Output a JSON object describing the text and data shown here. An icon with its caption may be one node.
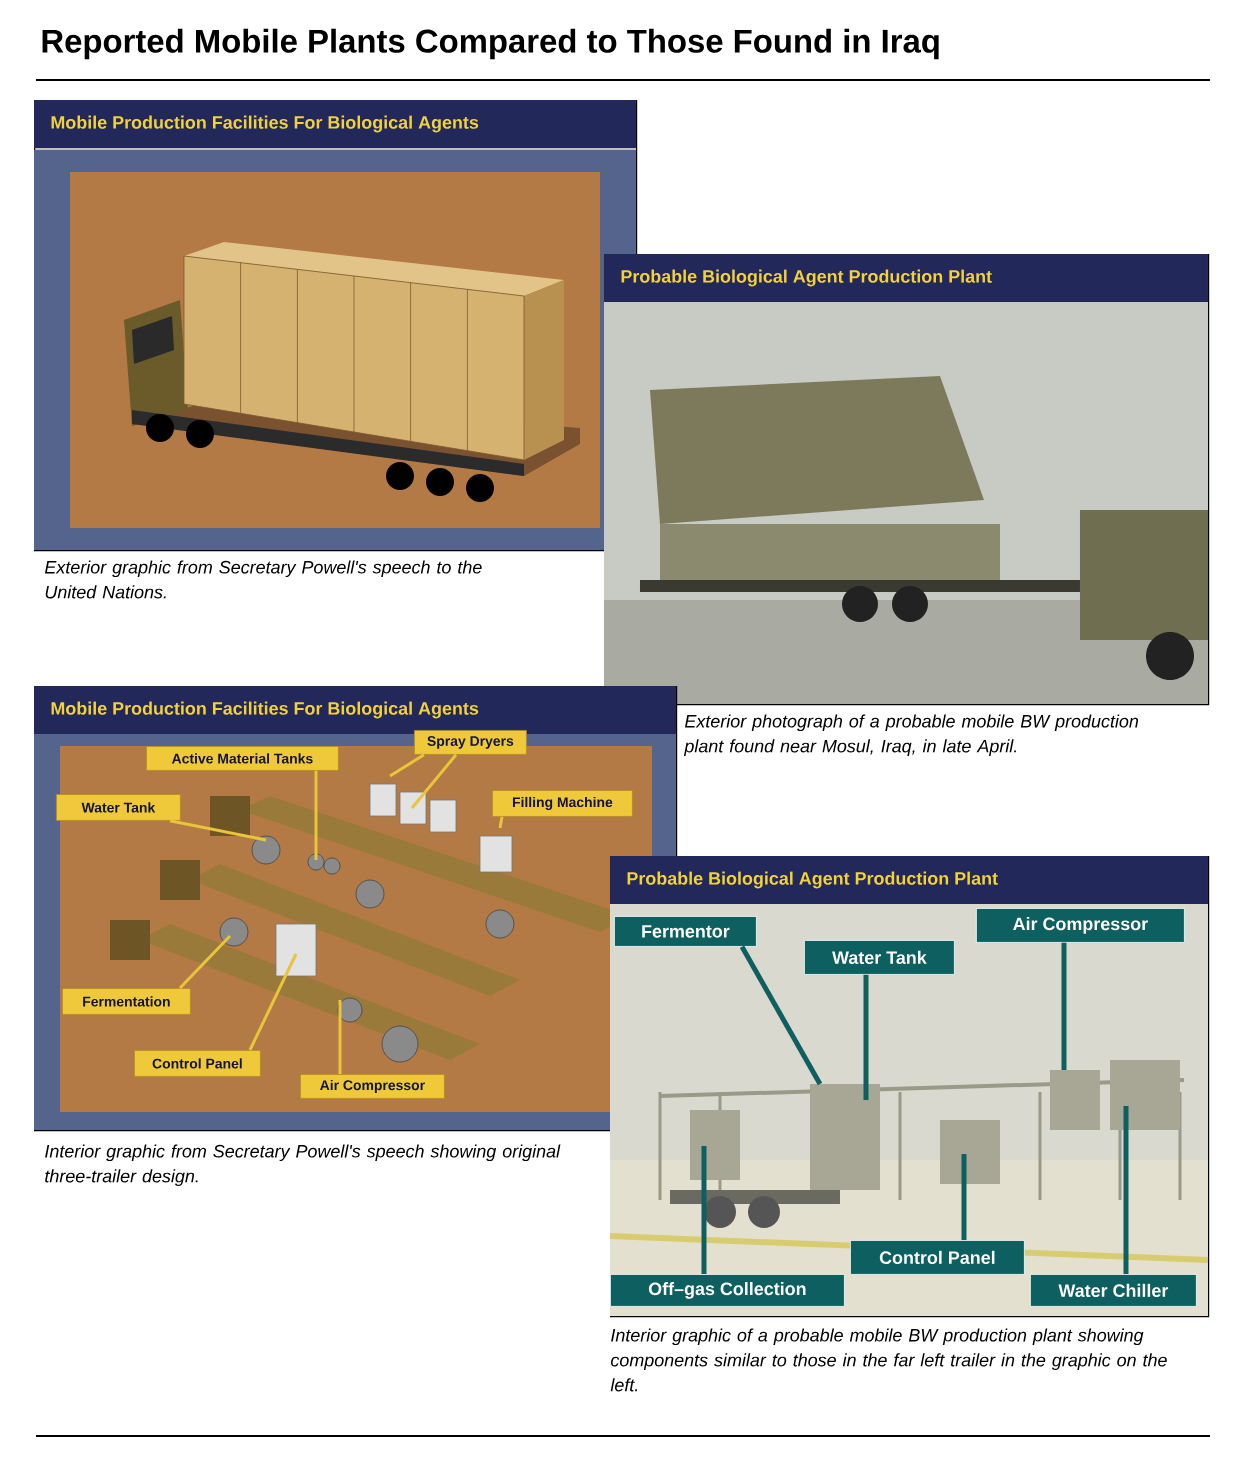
{
  "diagram": {
    "title": "Reported Mobile Plants Compared to Those Found in Iraq",
    "nodes": [
      {
        "text": [
          "Mobile Production Facilities For Biological Agents"
        ],
        "beside": [
          "Exterior graphic from Secretary Powell's speech to the United Nations."
        ]
      },
      {
        "text": [
          "Probable Biological Agent Production Plant"
        ],
        "beside": [
          "Exterior photograph of a probable mobile BW production plant found near Mosul, Iraq, in late April."
        ]
      },
      {
        "text": [
          "Mobile Production Facilities For Biological Agents"
        ],
        "beside": [
          "Interior graphic from Secretary Powell's speech showing original three-trailer design."
        ]
      },
      {
        "text": [
          "Probable Biological Agent Production Plant"
        ],
        "beside": [
          "Interior graphic of a probable mobile BW production plant showing components similar to those in the far left trailer in the graphic on the left."
        ]
      },
      {
        "text": [
          "Active Material Tanks"
        ],
        "in": 2
      },
      {
        "text": [
          "Spray Dryers"
        ],
        "in": 2
      },
      {
        "text": [
          "Water Tank"
        ],
        "in": 2
      },
      {
        "text": [
          "Filling Machine"
        ],
        "in": 2
      },
      {
        "text": [
          "Fermentation"
        ],
        "in": 2
      },
      {
        "text": [
          "Control Panel"
        ],
        "in": 2
      },
      {
        "text": [
          "Air Compressor"
        ],
        "in": 2
      },
      {
        "text": [
          "Fermentor"
        ],
        "in": 3
      },
      {
        "text": [
          "Air Compressor"
        ],
        "in": 3
      },
      {
        "text": [
          "Water Tank"
        ],
        "in": 3
      },
      {
        "text": [
          "Control Panel"
        ],
        "in": 3
      },
      {
        "text": [
          "Off–gas Collection"
        ],
        "in": 3
      },
      {
        "text": [
          "Water Chiller"
        ],
        "in": 3
      }
    ],
    "edges": [
      {
        "from": 4,
        "to": null,
        "arrow": "none"
      },
      {
        "from": 5,
        "to": null,
        "arrow": "none"
      },
      {
        "from": 5,
        "to": null,
        "arrow": "none"
      },
      {
        "from": 6,
        "to": null,
        "arrow": "none"
      },
      {
        "from": 7,
        "to": null,
        "arrow": "none"
      },
      {
        "from": 8,
        "to": null,
        "arrow": "none"
      },
      {
        "from": 9,
        "to": null,
        "arrow": "none"
      },
      {
        "from": 10,
        "to": null,
        "arrow": "none"
      },
      {
        "from": 11,
        "to": null,
        "arrow": "none",
        "color": "#0e5f5f"
      },
      {
        "from": 12,
        "to": null,
        "arrow": "none",
        "color": "#0e5f5f"
      },
      {
        "from": 13,
        "to": null,
        "arrow": "none",
        "color": "#0e5f5f"
      },
      {
        "from": 14,
        "to": null,
        "arrow": "none",
        "color": "#0e5f5f"
      },
      {
        "from": 15,
        "to": null,
        "arrow": "none",
        "color": "#0e5f5f"
      },
      {
        "from": 16,
        "to": null,
        "arrow": "none",
        "color": "#0e5f5f"
      }
    ]
  }
}
